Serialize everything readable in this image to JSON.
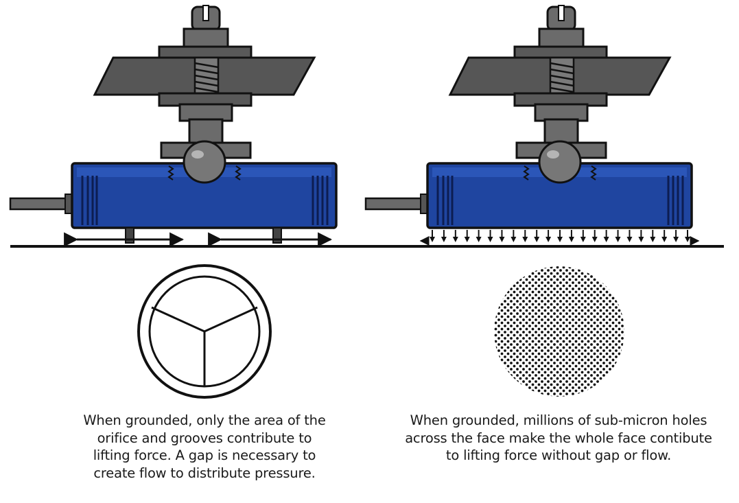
{
  "colors": {
    "bearing_blue": "#1f45a0",
    "bearing_dark": "#0c1d52",
    "metal": "#6b6b6b",
    "plate": "#5a5a5a",
    "line": "#111111",
    "background": "#ffffff"
  },
  "panels": [
    {
      "id": "orifice",
      "pattern": "three-groove-orifice",
      "flow_indicator": "lateral-flow-arrows",
      "caption_lines": [
        "When grounded, only the area of the",
        "orifice and grooves contribute to",
        "lifting force. A gap is necessary to",
        "create flow to distribute pressure."
      ]
    },
    {
      "id": "porous",
      "pattern": "porous-dot-face",
      "flow_indicator": "distributed-downward-arrows",
      "caption_lines": [
        "When grounded, millions of sub-micron holes",
        "across the face make the whole face contibute",
        "to lifting force without gap or flow."
      ]
    }
  ]
}
